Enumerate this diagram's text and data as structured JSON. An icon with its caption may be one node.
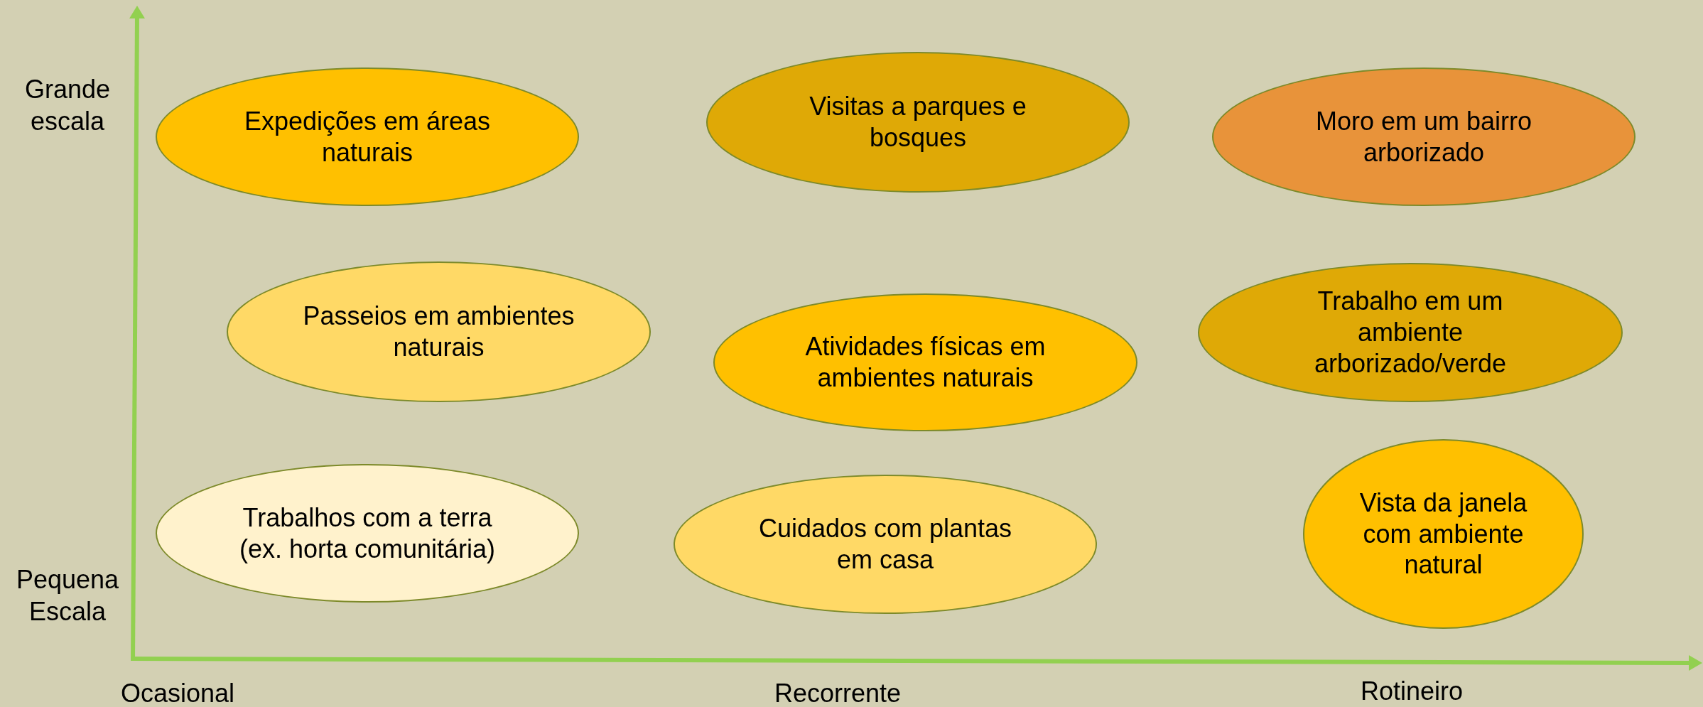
{
  "diagram": {
    "nodes": [
      {
        "text": [
          "Expedições em áreas naturais"
        ]
      },
      {
        "text": [
          "Visitas a parques e bosques"
        ]
      },
      {
        "text": [
          "Moro em um bairro arborizado"
        ]
      },
      {
        "text": [
          "Passeios em ambientes naturais"
        ]
      },
      {
        "text": [
          "Atividades físicas em ambientes naturais"
        ]
      },
      {
        "text": [
          "Trabalho em um ambiente arborizado/verde"
        ]
      },
      {
        "text": [
          "Trabalhos com a terra (ex. horta comunitária)"
        ]
      },
      {
        "text": [
          "Cuidados com plantas em casa"
        ]
      },
      {
        "text": [
          "Vista da janela com ambiente natural"
        ]
      }
    ],
    "labels": [
      "Grande escala",
      "Pequena Escala",
      "Ocasional",
      "Recorrente",
      "Rotineiro"
    ]
  }
}
